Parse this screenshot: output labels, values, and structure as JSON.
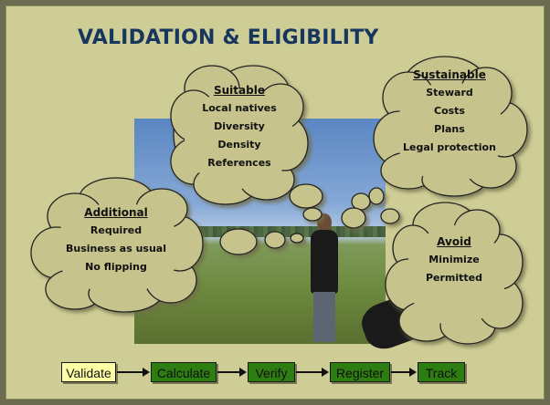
{
  "slide": {
    "title": "VALIDATION & ELIGIBILITY"
  },
  "clouds": {
    "suitable": {
      "heading": "Suitable",
      "items": [
        "Local natives",
        "Diversity",
        "Density",
        "References"
      ]
    },
    "sustainable": {
      "heading": "Sustainable",
      "items": [
        "Steward",
        "Costs",
        "Plans",
        "Legal protection"
      ]
    },
    "additional": {
      "heading": "Additional",
      "items": [
        "Required",
        "Business as usual",
        "No flipping"
      ]
    },
    "avoid": {
      "heading": "Avoid",
      "items": [
        "Minimize",
        "Permitted"
      ]
    }
  },
  "flow": {
    "steps": [
      "Validate",
      "Calculate",
      "Verify",
      "Register",
      "Track"
    ],
    "active_step": "Validate"
  },
  "colors": {
    "slide_bg": "#cfcd96",
    "title": "#17365d",
    "cloud_fill": "#c6c48c",
    "active_step": "#ffffa6",
    "step": "#2e7d12"
  }
}
